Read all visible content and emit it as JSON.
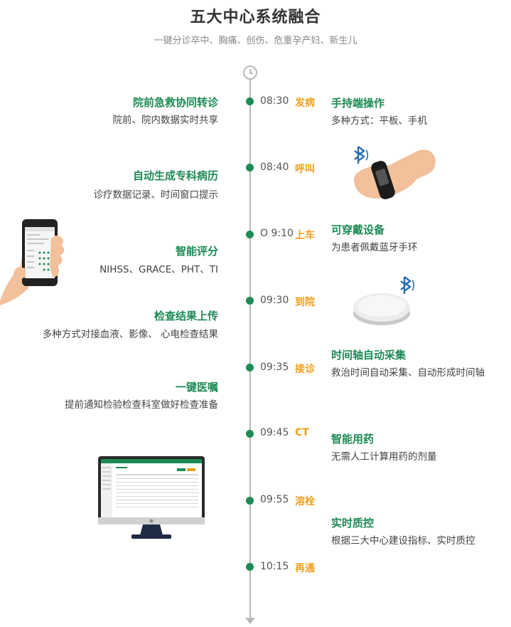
{
  "header": {
    "title": "五大中心系统融合",
    "subtitle": "一键分诊卒中、胸痛、创伤、危重孕产妇、新生儿"
  },
  "timeline": [
    {
      "time": "08:30",
      "event": "发病"
    },
    {
      "time": "08:40",
      "event": "呼叫"
    },
    {
      "time": "O 9:10",
      "event": "上车"
    },
    {
      "time": "09:30",
      "event": "到院"
    },
    {
      "time": "09:35",
      "event": "接诊"
    },
    {
      "time": "09:45",
      "event": "CT"
    },
    {
      "time": "09:55",
      "event": "溶栓"
    },
    {
      "time": "10:15",
      "event": "再通"
    }
  ],
  "left_items": [
    {
      "heading": "院前急救协同转诊",
      "desc": "院前、院内数据实时共享"
    },
    {
      "heading": "自动生成专科病历",
      "desc": "诊疗数据记录、时间窗口提示"
    },
    {
      "heading": "智能评分",
      "desc": "NIHSS、GRACE、PHT、TI"
    },
    {
      "heading": "检查结果上传",
      "desc": "多种方式对接血液、影像、 心电检查结果"
    },
    {
      "heading": "一键医嘱",
      "desc": "提前通知检验检查科室做好检查准备"
    }
  ],
  "right_items": [
    {
      "heading": "手持端操作",
      "desc": "多种方式：平板、手机"
    },
    {
      "heading": "可穿戴设备",
      "desc": "为患者佩戴蓝牙手环"
    },
    {
      "heading": "时间轴自动采集",
      "desc": "救治时间自动采集、自动形成时间轴"
    },
    {
      "heading": "智能用药",
      "desc": "无需人工计算用药的剂量"
    },
    {
      "heading": "实时质控",
      "desc": "根据三大中心建设指标、实时质控"
    }
  ],
  "colors": {
    "accent": "#1e8a55",
    "event": "#f0a020",
    "axis": "#b8b8b8",
    "bluetooth": "#2a6fb5"
  },
  "icons": [
    "clock-icon",
    "bluetooth-icon"
  ]
}
